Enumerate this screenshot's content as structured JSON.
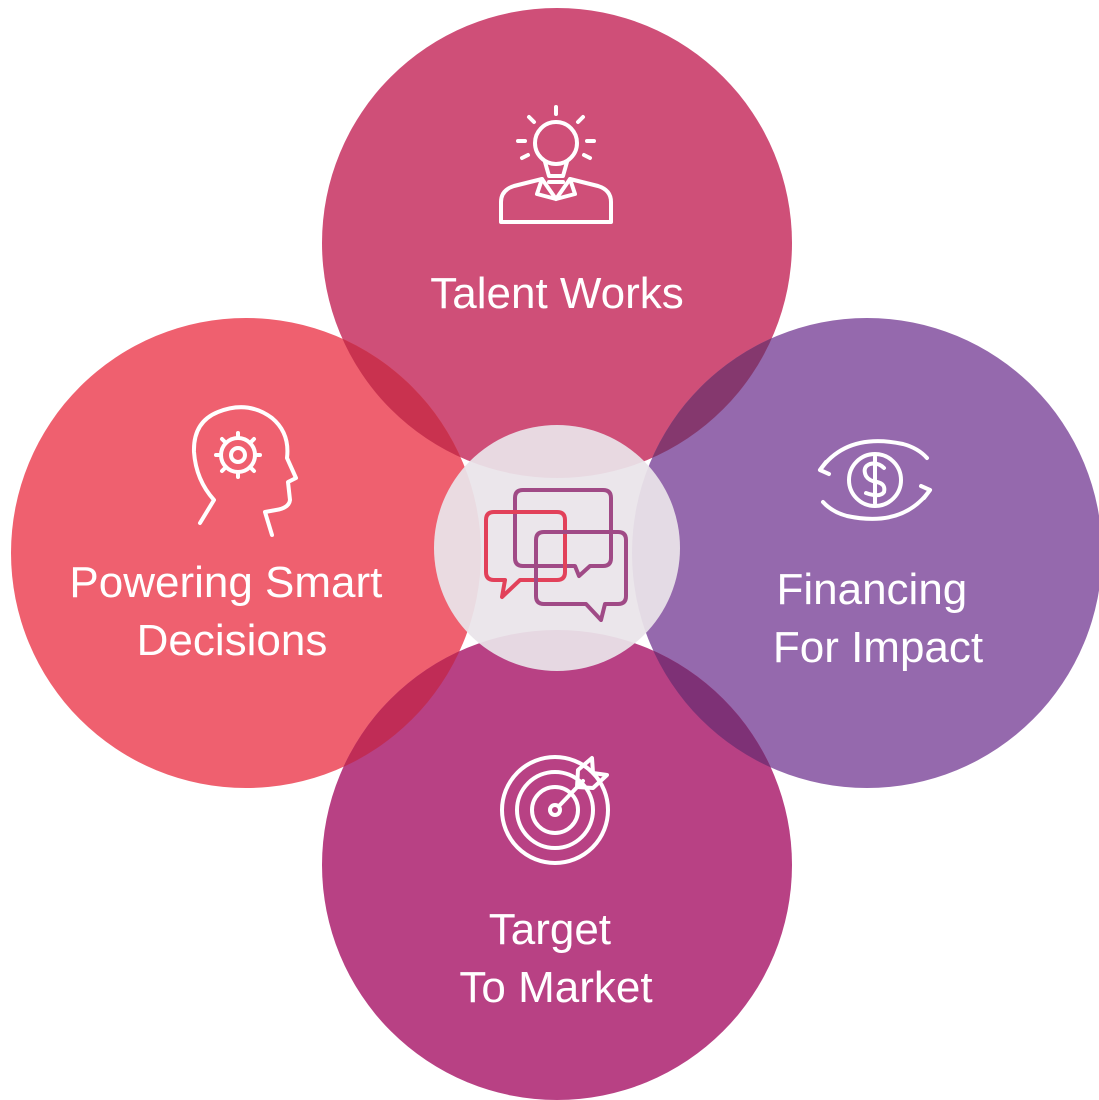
{
  "diagram": {
    "colors": {
      "top": "#cf4f78",
      "left": "#ef606f",
      "right": "#9569ad",
      "bottom": "#b84184",
      "center": "#e9e4ea",
      "overlap_top_left": "#c9324f",
      "overlap_top_right": "#85386e",
      "overlap_bottom_left": "#c02c56",
      "overlap_bottom_right": "#7e3176",
      "center_icon_red": "#e2415a",
      "center_icon_purple": "#a04a86"
    },
    "nodes": {
      "top": {
        "icon": "lightbulb-person-icon",
        "line1": "Talent Works"
      },
      "left": {
        "icon": "head-gear-icon",
        "line1": "Powering Smart",
        "line2": "Decisions"
      },
      "right": {
        "icon": "dollar-cycle-icon",
        "line1": "Financing",
        "line2": "For Impact"
      },
      "bottom": {
        "icon": "target-arrow-icon",
        "line1": "Target",
        "line2": "To Market"
      },
      "center": {
        "icon": "chat-bubbles-icon"
      }
    }
  }
}
